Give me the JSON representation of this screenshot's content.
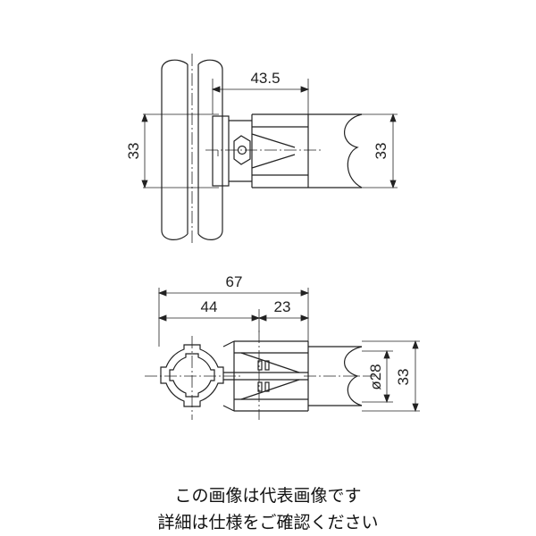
{
  "drawing": {
    "top_view": {
      "dims": {
        "height_left": "33",
        "height_right": "33",
        "length": "43.5"
      }
    },
    "front_view": {
      "dims": {
        "total": "67",
        "left_part": "44",
        "right_part": "23",
        "pipe_diameter": "ø28",
        "height": "33"
      }
    }
  },
  "caption": {
    "line1": "この画像は代表画像です",
    "line2": "詳細は仕様をご確認ください"
  },
  "colors": {
    "line": "#222222",
    "background": "#ffffff"
  }
}
